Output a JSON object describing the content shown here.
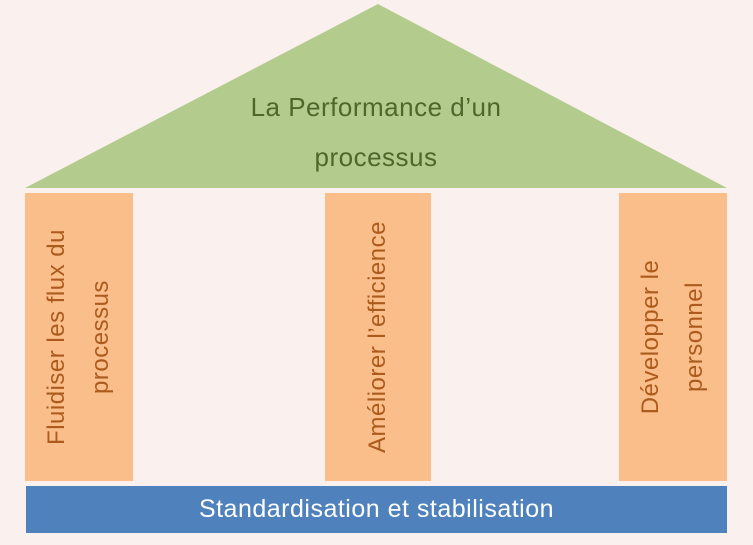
{
  "colors": {
    "background": "#faf0ee",
    "roof_fill": "#b3cc8d",
    "roof_text": "#4e682c",
    "pillar_fill": "#f9be8a",
    "pillar_text": "#ad5b1d",
    "base_fill": "#4f81bd",
    "base_text": "#ffffff"
  },
  "roof": {
    "title": "La Performance d’un processus",
    "lines": [
      "La Performance d’un",
      "processus"
    ]
  },
  "pillars": [
    {
      "label": "Fluidiser les flux du processus",
      "lines": [
        "Fluidiser les flux du",
        "processus"
      ]
    },
    {
      "label": "Améliorer l’efficience",
      "lines": [
        "Améliorer l’efficience"
      ]
    },
    {
      "label": "Développer le personnel",
      "lines": [
        "Développer le",
        "personnel"
      ]
    }
  ],
  "base": {
    "label": "Standardisation et stabilisation"
  }
}
